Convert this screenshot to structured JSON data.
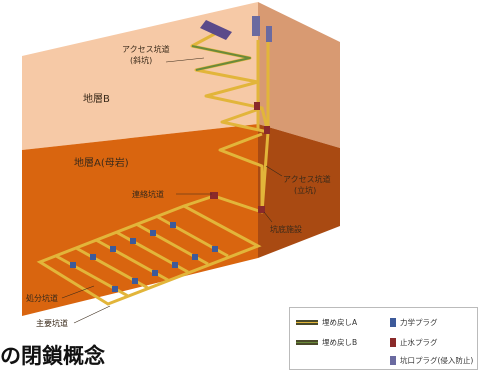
{
  "labels": {
    "layer_b": "地層B",
    "layer_a": "地層A(母岩)",
    "access_incline": "アクセス坑道\n(斜坑)",
    "access_shaft": "アクセス坑道\n(立坑)",
    "connecting_tunnel": "連絡坑道",
    "shaft_bottom": "坑底施設",
    "disposal_tunnel": "処分坑道",
    "main_tunnel": "主要坑道"
  },
  "caption": "の閉鎖概念",
  "legend": [
    {
      "kind": "line",
      "color": "#e2b53a",
      "label": "埋め戻しA"
    },
    {
      "kind": "line",
      "color": "#6a8a3a",
      "label": "埋め戻しB"
    },
    {
      "kind": "square",
      "color": "#3d5a9a",
      "label": "力学プラグ"
    },
    {
      "kind": "square",
      "color": "#8a2a2a",
      "label": "止水プラグ"
    },
    {
      "kind": "square",
      "color": "#6a6aa0",
      "label": "坑口プラグ(侵入防止)"
    }
  ],
  "colors": {
    "layer_b_front": "#f4c4a2",
    "layer_b_side": "#d99a72",
    "layer_a_front": "#d9650f",
    "layer_a_side": "#a94a12",
    "tunnel": "#e2b53a",
    "tunnel_green": "#6a8a3a"
  }
}
